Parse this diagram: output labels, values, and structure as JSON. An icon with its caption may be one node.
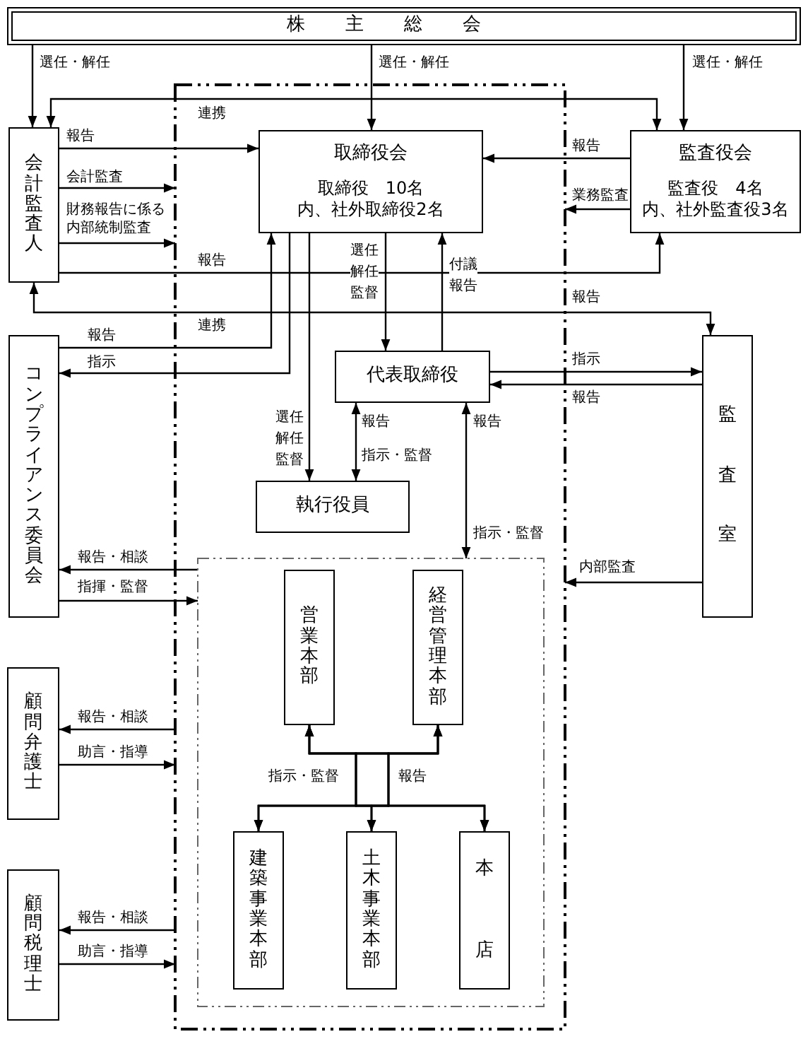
{
  "diagram": {
    "nodes": [
      {
        "text": [
          "株主総会"
        ]
      },
      {
        "text": [
          "会計監査人"
        ]
      },
      {
        "text": [],
        "shape": "box"
      },
      {
        "text": [
          "取締役会",
          "取締役　10名",
          "内、社外取締役2名"
        ],
        "in": 2
      },
      {
        "text": [
          "監査役会",
          "監査役　4名",
          "内、社外監査役3名"
        ]
      },
      {
        "text": [
          "コンプライアンス委員会"
        ]
      },
      {
        "text": [
          "代表取締役"
        ],
        "in": 2
      },
      {
        "text": [
          "監査室"
        ]
      },
      {
        "text": [
          "執行役員"
        ],
        "in": 2
      },
      {
        "text": [],
        "shape": "box",
        "in": 2
      },
      {
        "text": [
          "営業本部"
        ],
        "in": 9
      },
      {
        "text": [
          "経営管理本部"
        ],
        "in": 9
      },
      {
        "text": [
          "顧問弁護士"
        ]
      },
      {
        "text": [
          "建築事業本部"
        ],
        "in": 9
      },
      {
        "text": [
          "土木事業本部"
        ],
        "in": 9
      },
      {
        "text": [
          "本店"
        ],
        "in": 9
      },
      {
        "text": [
          "顧問税理士"
        ]
      }
    ],
    "edges": [
      {
        "from": 0,
        "to": 1,
        "arrow": "to",
        "label": "選任・解任"
      },
      {
        "from": 0,
        "to": 3,
        "arrow": "to",
        "label": "選任・解任"
      },
      {
        "from": 0,
        "to": 4,
        "arrow": "to",
        "label": "選任・解任"
      },
      {
        "from": 1,
        "to": 4,
        "arrow": "both",
        "label": "連携"
      },
      {
        "from": 1,
        "to": 3,
        "arrow": "to",
        "label": "報告"
      },
      {
        "from": 1,
        "to": 2,
        "arrow": "to",
        "label": "会計監査"
      },
      {
        "from": 1,
        "to": 2,
        "arrow": "to",
        "label": "財務報告に係る内部統制監査"
      },
      {
        "from": 1,
        "to": 4,
        "arrow": "to",
        "label": "報告"
      },
      {
        "from": 1,
        "to": 7,
        "arrow": "both",
        "label": "連携"
      },
      {
        "from": 4,
        "to": 3,
        "arrow": "to",
        "label": "報告"
      },
      {
        "from": 4,
        "to": 2,
        "arrow": "to",
        "label": "業務監査"
      },
      {
        "from": 3,
        "to": 6,
        "arrow": "to",
        "label": "選任解任監督"
      },
      {
        "from": 6,
        "to": 3,
        "arrow": "to",
        "label": "付議報告"
      },
      {
        "from": 3,
        "to": 8,
        "arrow": "to",
        "label": "選任解任監督"
      },
      {
        "from": 5,
        "to": 3,
        "arrow": "to",
        "label": "報告"
      },
      {
        "from": 3,
        "to": 5,
        "arrow": "to",
        "label": "指示"
      },
      {
        "from": 8,
        "to": 6,
        "arrow": "both",
        "label": "報告"
      },
      {
        "from": 6,
        "to": 7,
        "arrow": "to",
        "label": "指示"
      },
      {
        "from": 7,
        "to": 6,
        "arrow": "to",
        "label": "報告"
      },
      {
        "from": 9,
        "to": 6,
        "arrow": "both",
        "label": "報告"
      },
      {
        "from": 7,
        "to": 2,
        "arrow": "to",
        "label": "内部監査"
      },
      {
        "from": 9,
        "to": 5,
        "arrow": "to",
        "label": "報告・相談"
      },
      {
        "from": 5,
        "to": 9,
        "arrow": "to",
        "label": "指揮・監督"
      },
      {
        "from": 2,
        "to": 12,
        "arrow": "to",
        "label": "報告・相談"
      },
      {
        "from": 12,
        "to": 2,
        "arrow": "to",
        "label": "助言・指導"
      },
      {
        "from": 2,
        "to": 16,
        "arrow": "to",
        "label": "報告・相談"
      },
      {
        "from": 16,
        "to": 2,
        "arrow": "to",
        "label": "助言・指導"
      },
      {
        "from": 10,
        "to": 13,
        "arrow": "to",
        "label": "指示・監督"
      },
      {
        "from": 10,
        "to": 14,
        "arrow": "to"
      },
      {
        "from": 10,
        "to": 15,
        "arrow": "to"
      },
      {
        "from": 11,
        "to": 13,
        "arrow": "to"
      },
      {
        "from": 11,
        "to": 14,
        "arrow": "to"
      },
      {
        "from": 11,
        "to": 15,
        "arrow": "to"
      },
      {
        "from": 13,
        "to": 10,
        "arrow": "to",
        "label": "報告"
      },
      {
        "from": 13,
        "to": 11,
        "arrow": "to"
      },
      {
        "from": 14,
        "to": 10,
        "arrow": "to"
      },
      {
        "from": 14,
        "to": 11,
        "arrow": "to"
      },
      {
        "from": 15,
        "to": 10,
        "arrow": "to"
      },
      {
        "from": 15,
        "to": 11,
        "arrow": "to"
      }
    ],
    "labels": [
      "報告",
      "指示・監督",
      "指示・監督"
    ]
  }
}
